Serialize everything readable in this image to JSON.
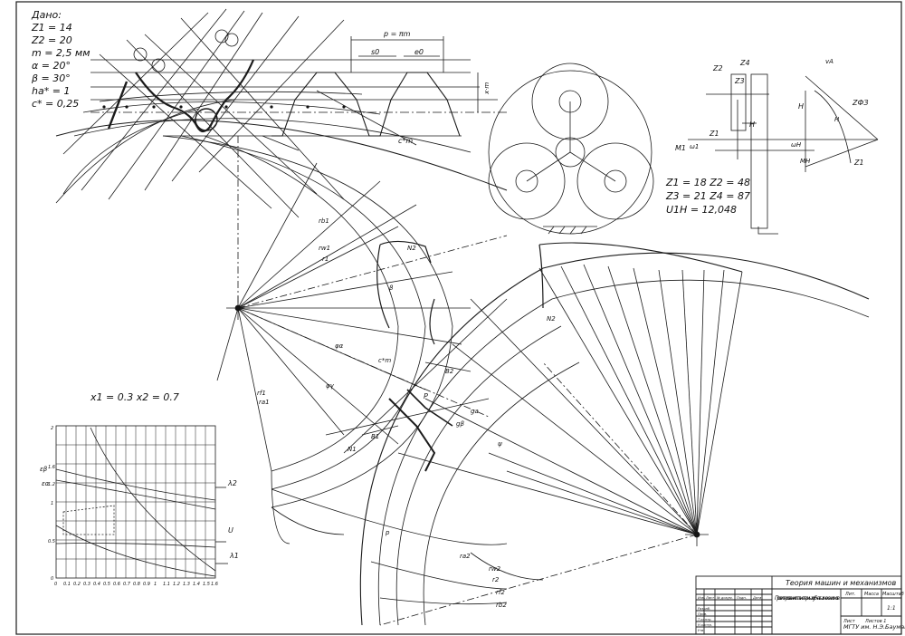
{
  "given": {
    "heading": "Дано:",
    "lines": [
      "Z1 = 14",
      "Z2 = 20",
      "m = 2,5 мм",
      "α = 20°",
      "β = 30°",
      "ha* = 1",
      "c* = 0,25"
    ]
  },
  "planetary": {
    "lines": [
      "Z1 = 18  Z2 = 48",
      "Z3 = 21  Z4 = 87",
      "U1H = 12,048"
    ],
    "labels": [
      "Z2",
      "Z3",
      "Z4",
      "Z1",
      "H",
      "H",
      "M1",
      "ω1",
      "ωH",
      "MH",
      "ZФЗ",
      "Z1",
      "H",
      "vA"
    ]
  },
  "shift_label": "x1 = 0.3   x2 = 0.7",
  "rack_labels": {
    "pitch": "p = πm",
    "s0": "s0",
    "e0": "e0",
    "cm": "c*m",
    "xm": "x·m"
  },
  "gear_labels": [
    "rb1",
    "rw1",
    "r1",
    "rf1",
    "ra1",
    "φα",
    "φγ",
    "c*m",
    "N2",
    "N1",
    "P",
    "B1",
    "B2",
    "ga",
    "gβ",
    "p",
    "ra2",
    "rw2",
    "r2",
    "rf2",
    "rb2",
    "N2",
    "β",
    "ψ"
  ],
  "chart": {
    "x_ticks": [
      "0",
      "0.1",
      "0.2",
      "0.3",
      "0.4",
      "0.5",
      "0.6",
      "0.7",
      "0.8",
      "0.9",
      "1",
      "1.1",
      "1.2",
      "1.3",
      "1.4",
      "1.5",
      "1.6"
    ],
    "y_ticks": [
      "2",
      "1.6",
      "1.2",
      "1",
      "0.5",
      "0"
    ],
    "series_labels": [
      "λ2",
      "U",
      "λ1",
      "εβ",
      "εα"
    ]
  },
  "title_block": {
    "subject": "Теория машин и механизмов",
    "title": "Проектирование планетарных зубчатых механизмов",
    "org": "МГТУ им. Н.Э.Баумана",
    "col_heads": [
      "Лит.",
      "Масса",
      "Масштаб"
    ],
    "scale": "1:1",
    "sheet": "Лист",
    "sheets": "Листов 1",
    "roles": [
      "Изм.",
      "Лист",
      "№ докум.",
      "Подп.",
      "Дата",
      "Разраб.",
      "Пров.",
      "Т.контр.",
      "Н.контр.",
      "Утв."
    ]
  }
}
